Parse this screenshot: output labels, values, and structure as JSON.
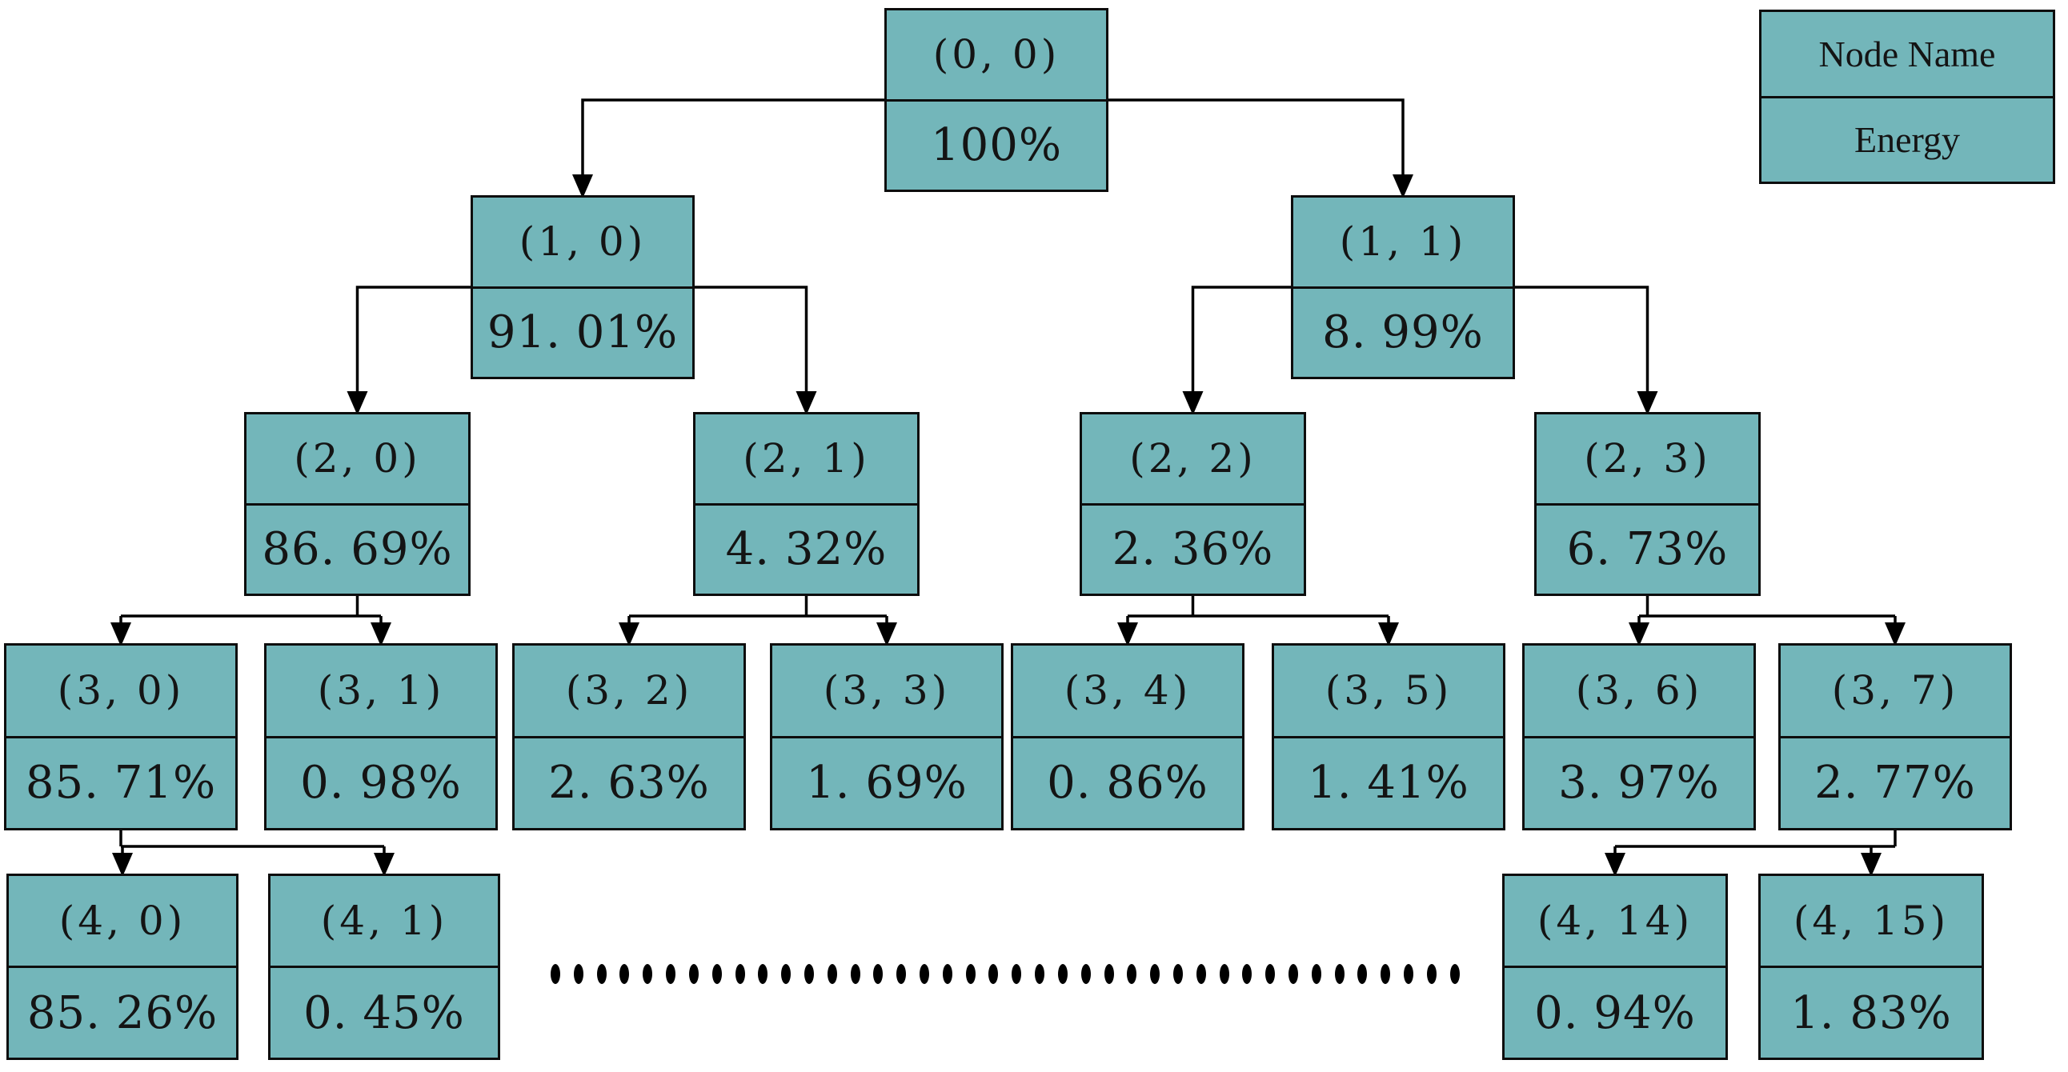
{
  "legend": {
    "node_name_label": "Node Name",
    "energy_label": "Energy"
  },
  "colors": {
    "node_fill": "#73b6ba",
    "node_border": "#0d0d0d",
    "line": "#000000",
    "text": "#141414",
    "background": "#ffffff"
  },
  "dots": {
    "count": 40
  },
  "tree": {
    "nodes": [
      {
        "id": "0,0",
        "name": "(0, 0)",
        "energy": "100%"
      },
      {
        "id": "1,0",
        "name": "(1, 0)",
        "energy": "91. 01%"
      },
      {
        "id": "1,1",
        "name": "(1, 1)",
        "energy": "8. 99%"
      },
      {
        "id": "2,0",
        "name": "(2, 0)",
        "energy": "86. 69%"
      },
      {
        "id": "2,1",
        "name": "(2, 1)",
        "energy": "4. 32%"
      },
      {
        "id": "2,2",
        "name": "(2, 2)",
        "energy": "2. 36%"
      },
      {
        "id": "2,3",
        "name": "(2, 3)",
        "energy": "6. 73%"
      },
      {
        "id": "3,0",
        "name": "(3, 0)",
        "energy": "85. 71%"
      },
      {
        "id": "3,1",
        "name": "(3, 1)",
        "energy": "0. 98%"
      },
      {
        "id": "3,2",
        "name": "(3, 2)",
        "energy": "2. 63%"
      },
      {
        "id": "3,3",
        "name": "(3, 3)",
        "energy": "1. 69%"
      },
      {
        "id": "3,4",
        "name": "(3, 4)",
        "energy": "0. 86%"
      },
      {
        "id": "3,5",
        "name": "(3, 5)",
        "energy": "1. 41%"
      },
      {
        "id": "3,6",
        "name": "(3, 6)",
        "energy": "3. 97%"
      },
      {
        "id": "3,7",
        "name": "(3, 7)",
        "energy": "2. 77%"
      },
      {
        "id": "4,0",
        "name": "(4, 0)",
        "energy": "85. 26%"
      },
      {
        "id": "4,1",
        "name": "(4, 1)",
        "energy": "0. 45%"
      },
      {
        "id": "4,14",
        "name": "(4, 14)",
        "energy": "0. 94%"
      },
      {
        "id": "4,15",
        "name": "(4, 15)",
        "energy": "1. 83%"
      }
    ],
    "edges": [
      {
        "parent": "0,0",
        "children": [
          "1,0",
          "1,1"
        ],
        "style": "side"
      },
      {
        "parent": "1,0",
        "children": [
          "2,0",
          "2,1"
        ],
        "style": "side"
      },
      {
        "parent": "1,1",
        "children": [
          "2,2",
          "2,3"
        ],
        "style": "side"
      },
      {
        "parent": "2,0",
        "children": [
          "3,0",
          "3,1"
        ],
        "style": "bottom"
      },
      {
        "parent": "2,1",
        "children": [
          "3,2",
          "3,3"
        ],
        "style": "bottom"
      },
      {
        "parent": "2,2",
        "children": [
          "3,4",
          "3,5"
        ],
        "style": "bottom"
      },
      {
        "parent": "2,3",
        "children": [
          "3,6",
          "3,7"
        ],
        "style": "bottom"
      },
      {
        "parent": "3,0",
        "children": [
          "4,0",
          "4,1"
        ],
        "style": "bottom"
      },
      {
        "parent": "3,7",
        "children": [
          "4,14",
          "4,15"
        ],
        "style": "bottom"
      }
    ]
  }
}
